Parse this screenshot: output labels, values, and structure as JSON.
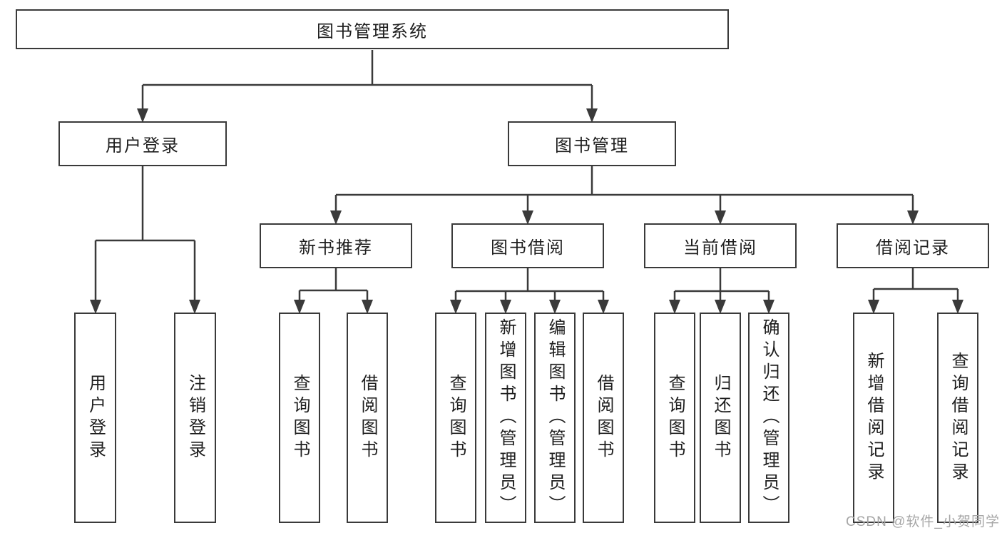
{
  "diagram": {
    "title_note": "functional structure tree",
    "root": {
      "label": "图书管理系统"
    },
    "branches": [
      {
        "label": "用户登录",
        "children": [
          {
            "label": "用户登录"
          },
          {
            "label": "注销登录"
          }
        ]
      },
      {
        "label": "图书管理",
        "children": [
          {
            "label": "新书推荐",
            "children": [
              {
                "label": "查询图书"
              },
              {
                "label": "借阅图书"
              }
            ]
          },
          {
            "label": "图书借阅",
            "children": [
              {
                "label": "查询图书"
              },
              {
                "label": "新增图书（管理员）"
              },
              {
                "label": "编辑图书（管理员）"
              },
              {
                "label": "借阅图书"
              }
            ]
          },
          {
            "label": "当前借阅",
            "children": [
              {
                "label": "查询图书"
              },
              {
                "label": "归还图书"
              },
              {
                "label": "确认归还（管理员）"
              }
            ]
          },
          {
            "label": "借阅记录",
            "children": [
              {
                "label": "新增借阅记录"
              },
              {
                "label": "查询借阅记录"
              }
            ]
          }
        ]
      }
    ],
    "watermark": "CSDN @软件_小贺同学",
    "colors": {
      "line": "#3a3a3a",
      "box_border": "#3a3a3a",
      "text": "#1e1e1e",
      "watermark": "#a6a6a6",
      "background": "#ffffff"
    }
  }
}
